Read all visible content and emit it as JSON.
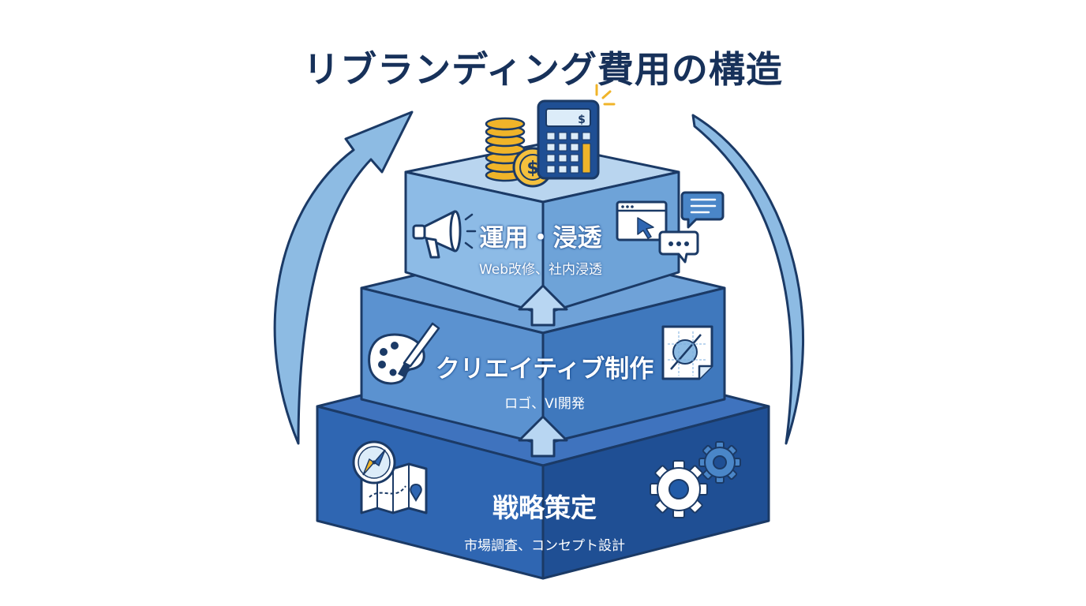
{
  "title": "リブランディング費用の構造",
  "tiers": [
    {
      "label": "運用・浸透",
      "sublabel": "Web改修、社内浸透"
    },
    {
      "label": "クリエイティブ制作",
      "sublabel": "ロゴ、VI開発"
    },
    {
      "label": "戦略策定",
      "sublabel": "市場調査、コンセプト設計"
    }
  ],
  "icons": {
    "top": [
      "coins-icon",
      "calculator-icon",
      "megaphone-icon",
      "browser-window-icon",
      "chat-bubble-icon"
    ],
    "middle": [
      "palette-icon",
      "design-document-icon"
    ],
    "bottom": [
      "compass-map-icon",
      "gears-icon"
    ]
  },
  "colors": {
    "title": "#17315a",
    "tier_top": "#7aaedf",
    "tier_middle": "#4a86c8",
    "tier_bottom": "#215ba8",
    "outline": "#1b3a66",
    "arrow": "#8dbbe3",
    "accent": "#f0b429"
  }
}
